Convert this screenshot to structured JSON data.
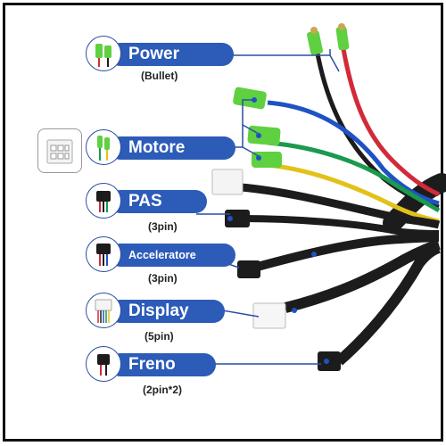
{
  "labels": {
    "power": {
      "title": "Power",
      "sub": "(Bullet)"
    },
    "motore": {
      "title": "Motore"
    },
    "pas": {
      "title": "PAS",
      "sub": "(3pin)"
    },
    "acceleratore": {
      "title": "Acceleratore",
      "sub": "(3pin)"
    },
    "display": {
      "title": "Display",
      "sub": "(5pin)"
    },
    "freno": {
      "title": "Freno",
      "sub": "(2pin*2)"
    }
  },
  "colors": {
    "pill": "#2c5bb8",
    "circle_border": "#2a4fa3",
    "leader": "#2a4fa3",
    "wire_red": "#d32a3a",
    "wire_black": "#1c1c1c",
    "wire_blue": "#1f52c4",
    "wire_green": "#1a9a4e",
    "wire_yellow": "#e2c21a",
    "bullet_green": "#5fd040"
  },
  "icons": [
    "bullet-connector-icon",
    "motor-plug-icon",
    "pas-plug-icon",
    "throttle-plug-icon",
    "display-plug-icon",
    "brake-plug-icon"
  ]
}
